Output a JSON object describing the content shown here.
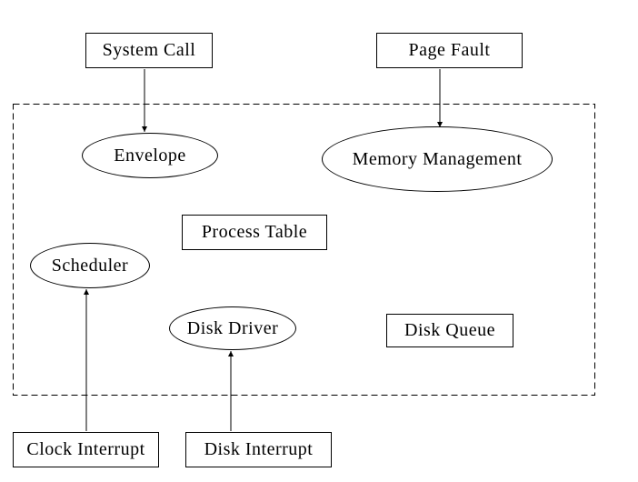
{
  "diagram": {
    "colors": {
      "line": "#000000",
      "background": "#ffffff"
    },
    "container": {
      "style": "dashed-rectangle"
    },
    "nodes": {
      "system_call": {
        "label": "System Call",
        "shape": "rect",
        "inside_dashed_box": false
      },
      "page_fault": {
        "label": "Page Fault",
        "shape": "rect",
        "inside_dashed_box": false
      },
      "envelope": {
        "label": "Envelope",
        "shape": "ellipse",
        "inside_dashed_box": true
      },
      "memory_management": {
        "label": "Memory Management",
        "shape": "ellipse",
        "inside_dashed_box": true
      },
      "process_table": {
        "label": "Process Table",
        "shape": "rect",
        "inside_dashed_box": true
      },
      "scheduler": {
        "label": "Scheduler",
        "shape": "ellipse",
        "inside_dashed_box": true
      },
      "disk_driver": {
        "label": "Disk Driver",
        "shape": "ellipse",
        "inside_dashed_box": true
      },
      "disk_queue": {
        "label": "Disk Queue",
        "shape": "rect",
        "inside_dashed_box": true
      },
      "clock_interrupt": {
        "label": "Clock Interrupt",
        "shape": "rect",
        "inside_dashed_box": false
      },
      "disk_interrupt": {
        "label": "Disk Interrupt",
        "shape": "rect",
        "inside_dashed_box": false
      }
    },
    "edges": [
      {
        "from": "system_call",
        "to": "envelope",
        "direction": "down"
      },
      {
        "from": "page_fault",
        "to": "memory_management",
        "direction": "down"
      },
      {
        "from": "clock_interrupt",
        "to": "scheduler",
        "direction": "up"
      },
      {
        "from": "disk_interrupt",
        "to": "disk_driver",
        "direction": "up"
      }
    ]
  }
}
